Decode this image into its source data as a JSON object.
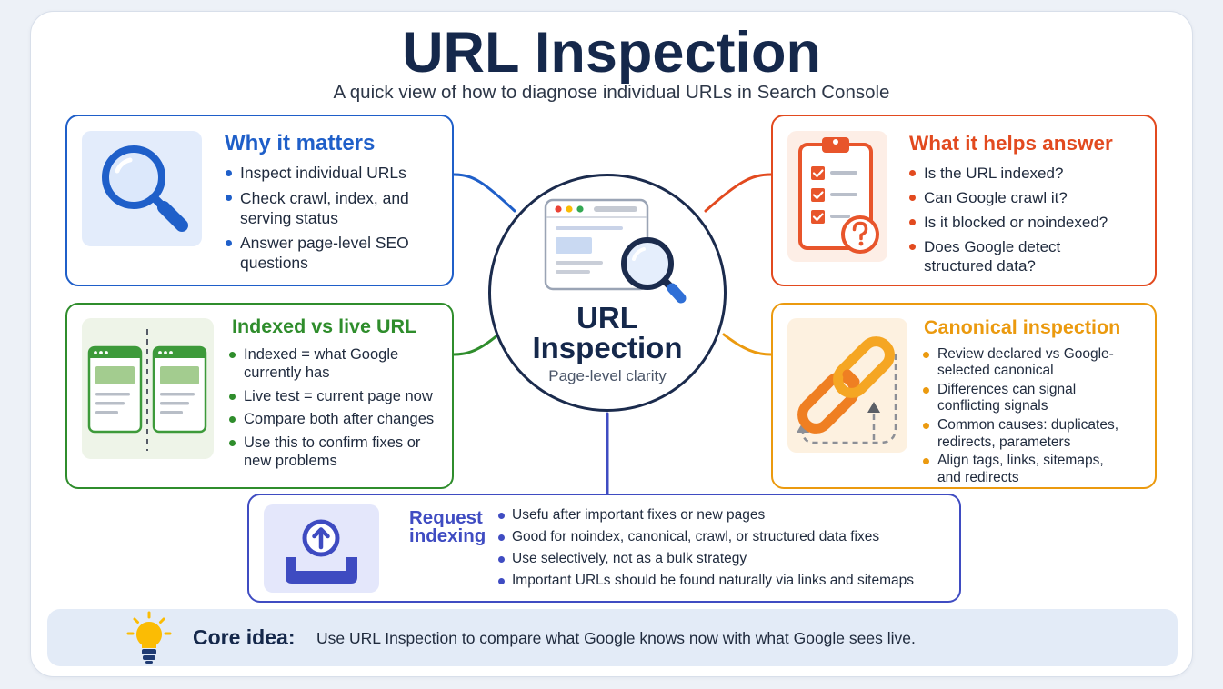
{
  "header": {
    "title": "URL Inspection",
    "subtitle": "A quick view of how to diagnose individual URLs in Search Console"
  },
  "hub": {
    "icon": "browser-magnifier-icon",
    "line1": "URL",
    "line2": "Inspection",
    "caption": "Page-level clarity"
  },
  "cards": {
    "why": {
      "title": "Why it matters",
      "icon": "magnifier-icon",
      "accent": "#1f5fc9",
      "bullets": [
        "Inspect individual URLs",
        "Check crawl, index, and\nserving status",
        "Answer page-level SEO\nquestions"
      ]
    },
    "answers": {
      "title": "What it helps answer",
      "icon": "clipboard-question-icon",
      "accent": "#e24a1f",
      "bullets": [
        "Is the URL indexed?",
        "Can Google crawl it?",
        "Is it blocked or noindexed?",
        "Does Google detect\nstructured data?"
      ]
    },
    "indexed": {
      "title": "Indexed vs live URL",
      "icon": "browser-compare-icon",
      "accent": "#2f8d2c",
      "bullets": [
        "Indexed = what Google\ncurrently has",
        "Live test = current page now",
        "Compare both after changes",
        "Use this to confirm fixes or\nnew problems"
      ]
    },
    "canonical": {
      "title": "Canonical inspection",
      "icon": "chain-link-icon",
      "accent": "#eb9a0f",
      "bullets": [
        "Review declared vs Google-\nselected canonical",
        "Differences can signal\nconflicting signals",
        "Common causes: duplicates,\nredirects, parameters",
        "Align tags, links, sitemaps,\nand redirects"
      ]
    },
    "request": {
      "title": "Request\nindexing",
      "icon": "upload-tray-icon",
      "accent": "#3f4cc2",
      "bullets": [
        "Usefu after important fixes or new pages",
        "Good for noindex, canonical, crawl, or structured data fixes",
        "Use selectively, not as a bulk strategy",
        "Important URLs should be found naturally via links and sitemaps"
      ]
    }
  },
  "core_idea": {
    "icon": "lightbulb-icon",
    "label": "Core idea:",
    "text": "Use URL Inspection to compare what Google knows now with what Google sees live."
  },
  "colors": {
    "title": "#15284b",
    "background": "#edf1f7",
    "panel": "#ffffff",
    "core_bar": "#e3ebf7"
  }
}
